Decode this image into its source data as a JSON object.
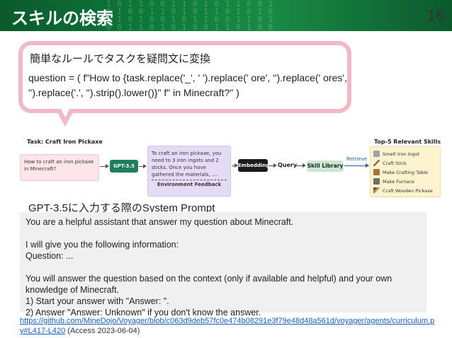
{
  "slide": {
    "title": "スキルの検索",
    "page_number": "16",
    "background_digits": "1 0 1 1 0 0 1 1 0 1 0 1 1 0 0 1\n0 1 0 0 1 1 0 1 0 1 1 0 1 0 1 0\n1 1 0 1 0 0 1 0 1 1 0 0 1 1 0 1\n0 0 1 1 0 1 0 1 0 0 1 1 0 1 0 0"
  },
  "callout": {
    "heading": "簡単なルールでタスクを疑問文に変換",
    "code": "question = ( f\"How to {task.replace('_', ' ').replace(' ore', '').replace(' ores', '').replace('.', '').strip().lower()}\" f\" in Minecraft?\" )"
  },
  "diagram": {
    "task_label": "Task: Craft Iron Pickaxe",
    "task_text": "How to craft an iron pickaxe in Minecraft?",
    "gpt_label": "GPT-3.5",
    "plan_text": "To craft an iron pickaxe, you need to 3 iron ingots and 2 sticks. Once you have gathered the materials, ....",
    "plan_footer": "Environment Feedback",
    "embedding_label": "Embedding",
    "query_label": "Query",
    "skill_library_label": "Skill Library",
    "retrieve_label": "Retrieve",
    "top_skills_label": "Top-5 Relevant Skills",
    "skills": [
      {
        "name": "Smelt Iron Ingot",
        "icon": "iron-ingot-icon",
        "color": "#9aa3ad"
      },
      {
        "name": "Craft Stick",
        "icon": "stick-icon",
        "color": "#8a6a3a"
      },
      {
        "name": "Make Crafting Table",
        "icon": "crafting-table-icon",
        "color": "#a9743b"
      },
      {
        "name": "Make Furnace",
        "icon": "furnace-icon",
        "color": "#6e6e6e"
      },
      {
        "name": "Craft Wooden Pickaxe",
        "icon": "wooden-pickaxe-icon",
        "color": "#6b4a22"
      }
    ]
  },
  "system_prompt": {
    "heading": "GPT-3.5に入力する際のSystem Prompt",
    "text": "You are a helpful assistant that answer my question about Minecraft.\n\nI will give you the following information:\nQuestion: ...\n\nYou will answer the question based on the context (only if available and helpful) and your own knowledge of Minecraft.\n1) Start your answer with \"Answer: \".\n2) Answer \"Answer: Unknown\" if you don't know the answer."
  },
  "source": {
    "link_text": "https://github.com/MineDojo/Voyager/blob/c063d9deb57fc0e474b08291e3f79e48d48a561d/voyager/agents/curriculum.py#L417-L420",
    "access_text": " (Access 2023-06-04)"
  }
}
